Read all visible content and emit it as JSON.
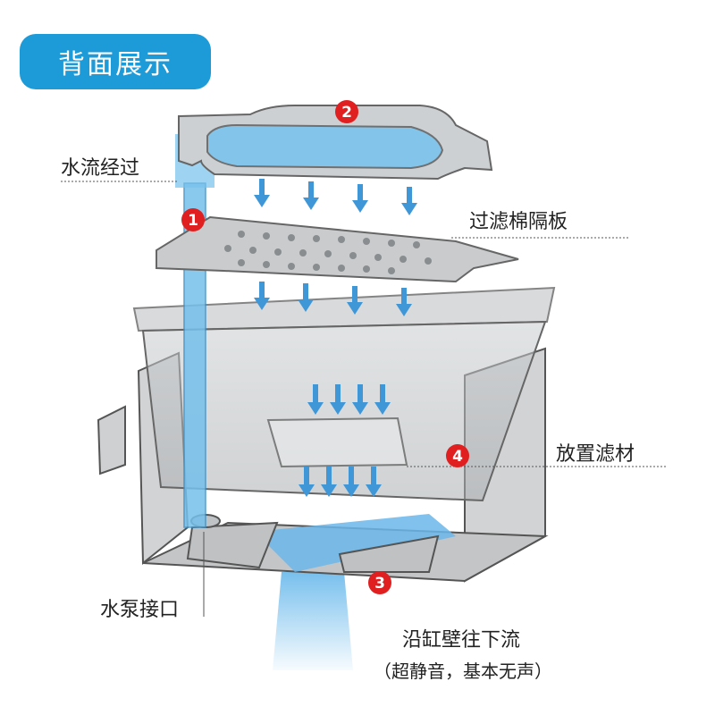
{
  "header": {
    "title": "背面展示"
  },
  "labels": {
    "water_flow": "水流经过",
    "filter_plate": "过滤棉隔板",
    "filter_material": "放置滤材",
    "pump_port": "水泵接口",
    "flow_down": "沿缸壁往下流",
    "quiet_note": "（超静音，基本无声）"
  },
  "markers": [
    "1",
    "2",
    "3",
    "4"
  ],
  "colors": {
    "accent": "#1d9ad8",
    "marker": "#e02020",
    "water": "#7cc3ee"
  }
}
